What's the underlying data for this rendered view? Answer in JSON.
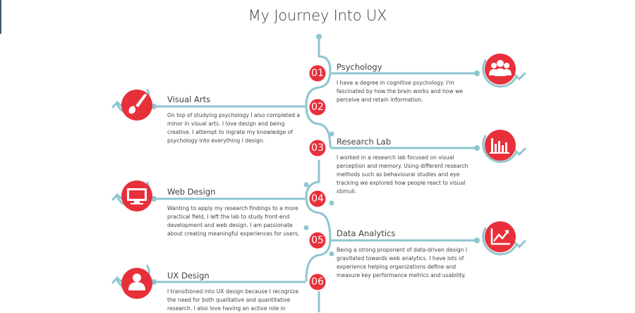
{
  "title": "My Journey Into UX",
  "colors": {
    "accent": "#e8303a",
    "line": "#8ec6cf",
    "text": "#444444"
  },
  "items": [
    {
      "number": "01",
      "heading": "Psychology",
      "icon": "people-icon",
      "text": "I have a degree in cognitive psychology. I'm fascinated by how the brain works and how we perceive and retain information."
    },
    {
      "number": "02",
      "heading": "Visual Arts",
      "icon": "paintbrush-icon",
      "text": "On top of studying psychology I also completed a minor in visual arts. I love design and being creative. I attempt to ingrate my knowledge of psychology into everything I design."
    },
    {
      "number": "03",
      "heading": "Research Lab",
      "icon": "bar-chart-icon",
      "text": "I worked in a research lab focused on visual perception and memory. Using different research methods such as behavioural studies and eye tracking we explored how people react to visual stimuli."
    },
    {
      "number": "04",
      "heading": "Web Design",
      "icon": "monitor-icon",
      "text": "Wanting to apply my research findings to a more practical field, I left the lab to study front-end development and web design. I am passionate about creating meaningful experiences for users."
    },
    {
      "number": "05",
      "heading": "Data Analytics",
      "icon": "line-chart-icon",
      "text": "Being a strong proponent of data-driven design I gravitated towards web analytics. I have lots of experience helping organizations define and measure key performance metrics and usability."
    },
    {
      "number": "06",
      "heading": "UX Design",
      "icon": "user-icon",
      "text": "I transitioned into UX design because I recognize the need for both qualitative and quantitative research. I also love having an active role in"
    }
  ]
}
